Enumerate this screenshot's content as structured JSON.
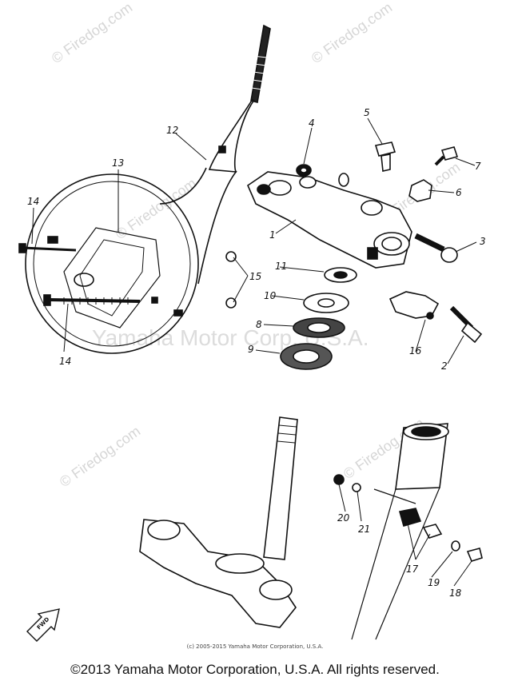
{
  "watermarks": {
    "site": "© Firedog.com",
    "dealer": "Yamaha Motor Corp. U.S.A."
  },
  "callouts": [
    "1",
    "2",
    "3",
    "4",
    "5",
    "6",
    "7",
    "8",
    "9",
    "10",
    "11",
    "12",
    "13",
    "14",
    "14",
    "15",
    "16",
    "17",
    "18",
    "19",
    "20",
    "21"
  ],
  "forward_marker": "FWD",
  "fine_print": "(c) 2005-2015 Yamaha Motor Corporation, U.S.A.",
  "copyright": "©2013 Yamaha Motor Corporation, U.S.A. All rights reserved.",
  "colors": {
    "ink": "#111111",
    "watermark": "#d6d6d6",
    "background": "#ffffff"
  }
}
